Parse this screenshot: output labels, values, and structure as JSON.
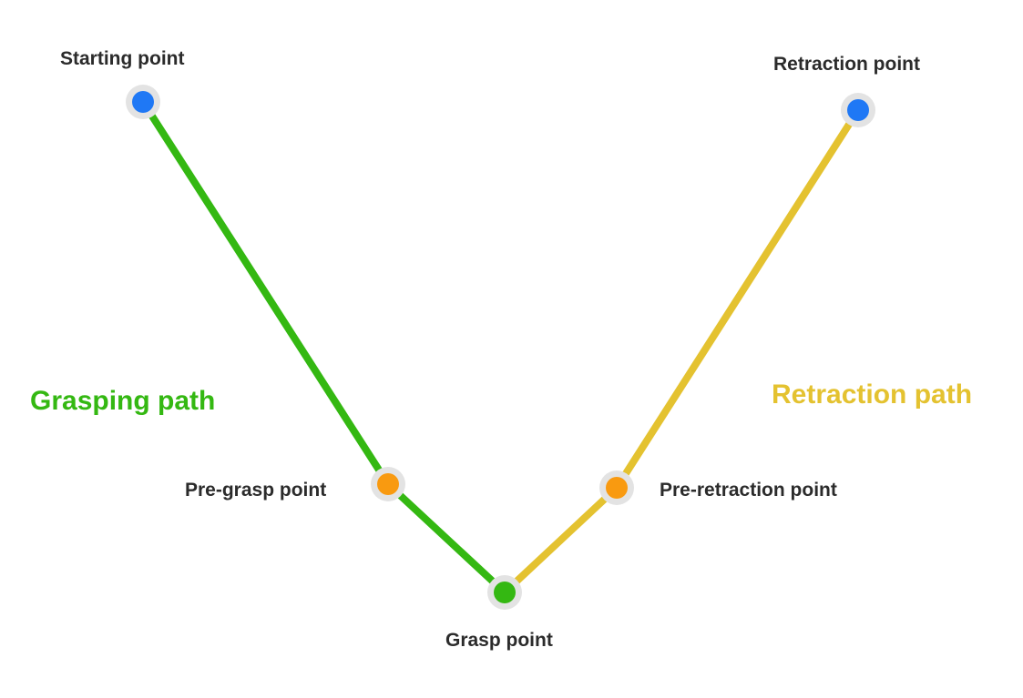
{
  "colors": {
    "grasping_path": "#34b812",
    "retraction_path": "#e4c230",
    "endpoint_fill": "#1f78f5",
    "pre_point_fill": "#f99a10",
    "grasp_point_fill": "#34b812",
    "node_halo": "#e3e3e3",
    "label_text": "#2b2b2b"
  },
  "points": {
    "starting": {
      "label": "Starting point",
      "icon": "blue-dot"
    },
    "retraction": {
      "label": "Retraction point",
      "icon": "blue-dot"
    },
    "pre_grasp": {
      "label": "Pre-grasp point",
      "icon": "orange-dot"
    },
    "pre_retraction": {
      "label": "Pre-retraction point",
      "icon": "orange-dot"
    },
    "grasp": {
      "label": "Grasp point",
      "icon": "green-dot"
    }
  },
  "paths": {
    "grasping": {
      "label": "Grasping path"
    },
    "retraction": {
      "label": "Retraction path"
    }
  }
}
